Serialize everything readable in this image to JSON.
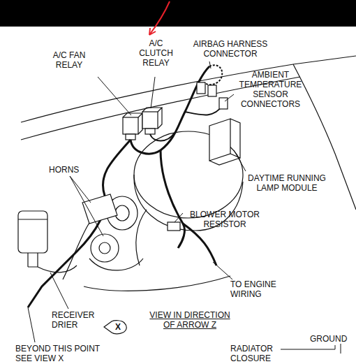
{
  "diagram": {
    "caption": "VIEW IN DIRECTION OF ARROW Z",
    "nodes": [
      {
        "text": [
          "X"
        ]
      }
    ],
    "labels": [
      "A/C CLUTCH RELAY",
      "A/C FAN RELAY",
      "AIRBAG HARNESS CONNECTOR",
      "AMBIENT TEMPERATURE SENSOR CONNECTORS",
      "DAYTIME RUNNING LAMP MODULE",
      "HORNS",
      "BLOWER MOTOR RESISTOR",
      "TO ENGINE WIRING",
      "RECEIVER DRIER",
      "BEYOND THIS POINT SEE VIEW X",
      "GROUND",
      "RADIATOR CLOSURE"
    ]
  }
}
